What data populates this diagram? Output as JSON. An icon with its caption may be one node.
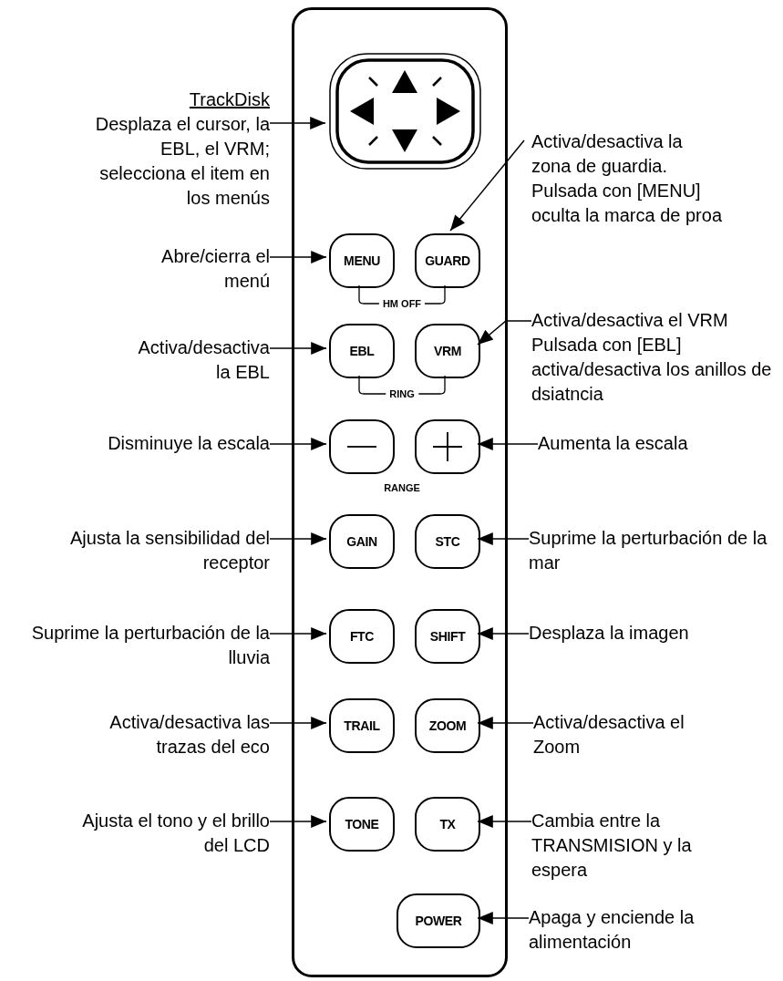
{
  "diagram": {
    "nodes": [
      {
        "text": [],
        "shape": "box"
      },
      {
        "text": [],
        "shape": "picture",
        "in": 0
      },
      {
        "text": [
          "MENU"
        ],
        "in": 0
      },
      {
        "text": [
          "GUARD"
        ],
        "in": 0
      },
      {
        "text": [
          "EBL"
        ],
        "in": 0
      },
      {
        "text": [
          "VRM"
        ],
        "in": 0
      },
      {
        "text": [],
        "shape": "box",
        "in": 0
      },
      {
        "text": [],
        "shape": "box",
        "in": 0
      },
      {
        "text": [
          "GAIN"
        ],
        "in": 0
      },
      {
        "text": [
          "STC"
        ],
        "in": 0
      },
      {
        "text": [
          "FTC"
        ],
        "in": 0
      },
      {
        "text": [
          "SHIFT"
        ],
        "in": 0
      },
      {
        "text": [
          "TRAIL"
        ],
        "in": 0
      },
      {
        "text": [
          "ZOOM"
        ],
        "in": 0
      },
      {
        "text": [
          "TONE"
        ],
        "in": 0
      },
      {
        "text": [
          "TX"
        ],
        "in": 0
      },
      {
        "text": [
          "POWER"
        ],
        "in": 0
      },
      {
        "text": [
          "TrackDisk",
          "Desplaza el cursor, la EBL, el VRM; selecciona el item en los menús"
        ]
      },
      {
        "text": [
          "Activa/desactiva la zona de guardia. Pulsada con [MENU] oculta la marca de proa"
        ]
      },
      {
        "text": [
          "Abre/cierra el menú"
        ]
      },
      {
        "text": [
          "Activa/desactiva la EBL"
        ]
      },
      {
        "text": [
          "Activa/desactiva el VRM Pulsada con [EBL] activa/desactiva los anillos de dsiatncia"
        ]
      },
      {
        "text": [
          "Disminuye la escala"
        ]
      },
      {
        "text": [
          "Aumenta la escala"
        ]
      },
      {
        "text": [
          "Ajusta la sensibilidad del receptor"
        ]
      },
      {
        "text": [
          "Suprime la perturbación de la mar"
        ]
      },
      {
        "text": [
          "Suprime la perturbación de la lluvia"
        ]
      },
      {
        "text": [
          "Desplaza la imagen"
        ]
      },
      {
        "text": [
          "Activa/desactiva las trazas del eco"
        ]
      },
      {
        "text": [
          "Activa/desactiva el Zoom"
        ]
      },
      {
        "text": [
          "Ajusta el tono y el brillo del LCD"
        ]
      },
      {
        "text": [
          "Cambia entre la TRANSMISION y la espera"
        ]
      },
      {
        "text": [
          "Apaga y enciende la alimentación"
        ]
      }
    ],
    "edges": [
      {
        "from": 17,
        "to": 1,
        "arrow": "to"
      },
      {
        "from": 18,
        "to": 3,
        "arrow": "to"
      },
      {
        "from": 19,
        "to": 2,
        "arrow": "to"
      },
      {
        "from": 20,
        "to": 4,
        "arrow": "to"
      },
      {
        "from": 21,
        "to": 5,
        "arrow": "to"
      },
      {
        "from": 22,
        "to": 6,
        "arrow": "to"
      },
      {
        "from": 23,
        "to": 7,
        "arrow": "to"
      },
      {
        "from": 24,
        "to": 8,
        "arrow": "to"
      },
      {
        "from": 25,
        "to": 9,
        "arrow": "to"
      },
      {
        "from": 26,
        "to": 10,
        "arrow": "to"
      },
      {
        "from": 27,
        "to": 11,
        "arrow": "to"
      },
      {
        "from": 28,
        "to": 12,
        "arrow": "to"
      },
      {
        "from": 29,
        "to": 13,
        "arrow": "to"
      },
      {
        "from": 30,
        "to": 14,
        "arrow": "to"
      },
      {
        "from": 31,
        "to": 15,
        "arrow": "to"
      },
      {
        "from": 32,
        "to": 16,
        "arrow": "to"
      },
      {
        "from": 2,
        "to": 3,
        "arrow": "none",
        "label": "HM OFF"
      },
      {
        "from": 4,
        "to": 5,
        "arrow": "none",
        "label": "RING"
      }
    ],
    "labels": [
      "RANGE"
    ]
  }
}
